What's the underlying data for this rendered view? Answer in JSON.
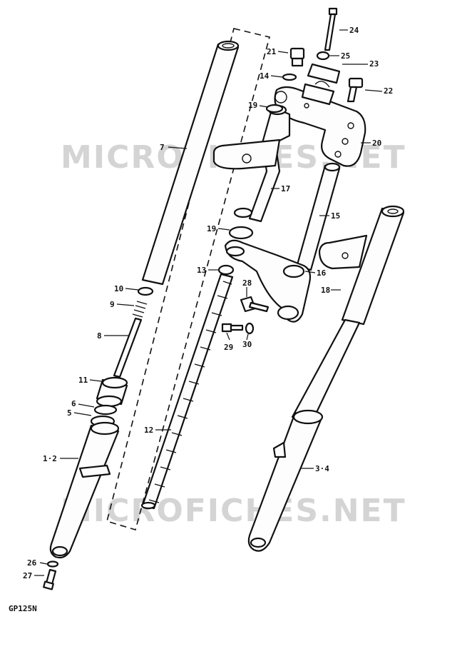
{
  "diagram": {
    "model_code": "GP125N",
    "watermarks": [
      "MICROFICHES.NET",
      "MICROFICHES.NET"
    ],
    "callouts": [
      {
        "id": "c24",
        "text": "24"
      },
      {
        "id": "c21",
        "text": "21"
      },
      {
        "id": "c25",
        "text": "25"
      },
      {
        "id": "c23",
        "text": "23"
      },
      {
        "id": "c14",
        "text": "14"
      },
      {
        "id": "c22",
        "text": "22"
      },
      {
        "id": "c19a",
        "text": "19"
      },
      {
        "id": "c20",
        "text": "20"
      },
      {
        "id": "c7",
        "text": "7"
      },
      {
        "id": "c17",
        "text": "17"
      },
      {
        "id": "c15",
        "text": "15"
      },
      {
        "id": "c19b",
        "text": "19"
      },
      {
        "id": "c13",
        "text": "13"
      },
      {
        "id": "c16",
        "text": "16"
      },
      {
        "id": "c28",
        "text": "28"
      },
      {
        "id": "c10",
        "text": "10"
      },
      {
        "id": "c18",
        "text": "18"
      },
      {
        "id": "c9",
        "text": "9"
      },
      {
        "id": "c8",
        "text": "8"
      },
      {
        "id": "c29",
        "text": "29"
      },
      {
        "id": "c30",
        "text": "30"
      },
      {
        "id": "c11",
        "text": "11"
      },
      {
        "id": "c6",
        "text": "6"
      },
      {
        "id": "c5",
        "text": "5"
      },
      {
        "id": "c12",
        "text": "12"
      },
      {
        "id": "c1_2",
        "text": "1·2"
      },
      {
        "id": "c3_4",
        "text": "3·4"
      },
      {
        "id": "c26",
        "text": "26"
      },
      {
        "id": "c27",
        "text": "27"
      }
    ]
  }
}
